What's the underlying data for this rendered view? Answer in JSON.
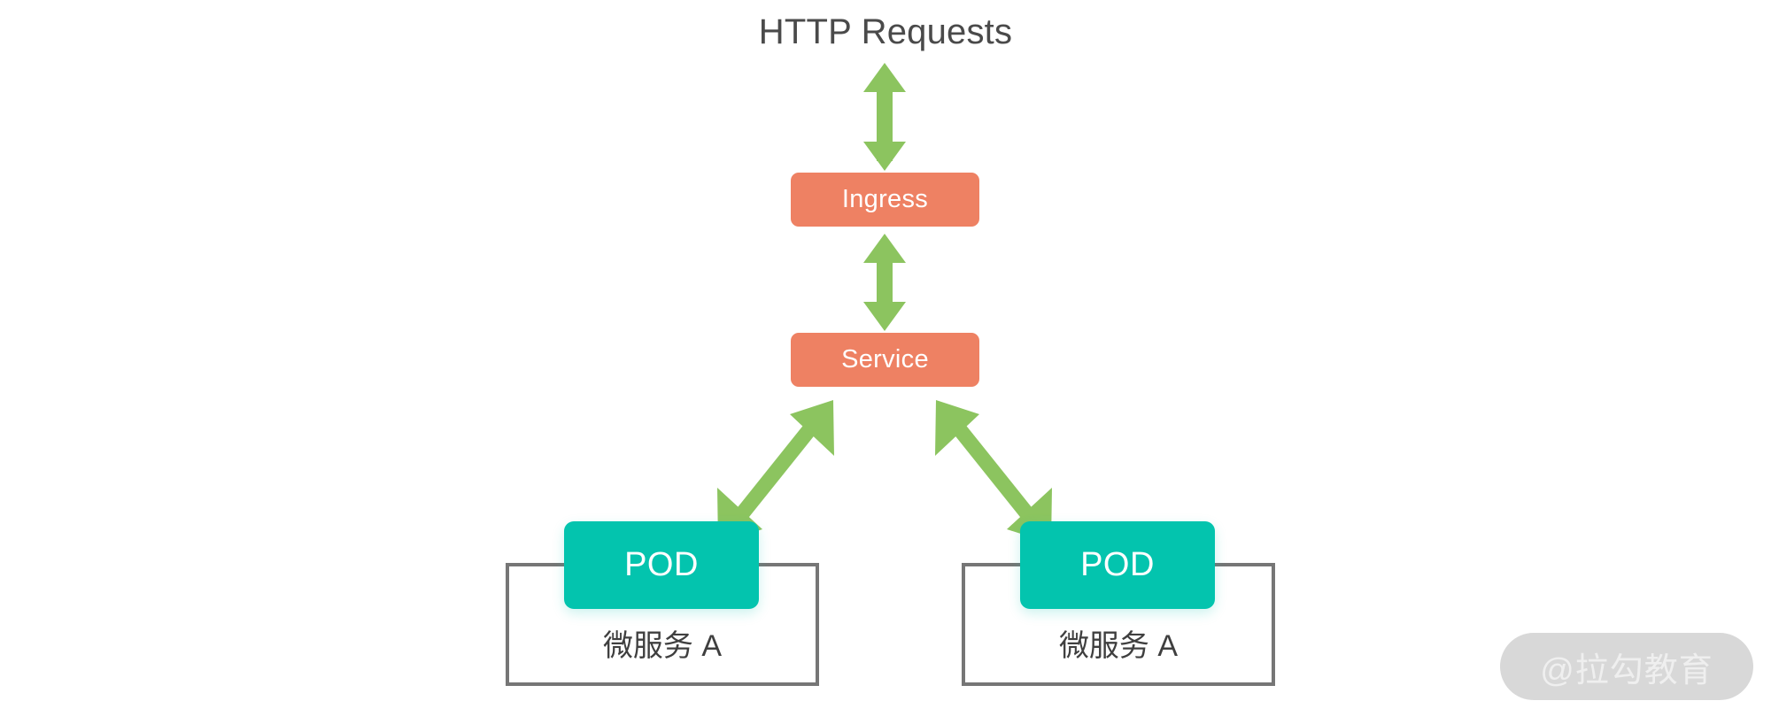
{
  "diagram": {
    "title": "HTTP Requests",
    "type": "kubernetes-traffic-flow",
    "background_color": "#ffffff"
  },
  "nodes": {
    "ingress": {
      "label": "Ingress",
      "color": "#ee8163",
      "text_color": "#ffffff"
    },
    "service": {
      "label": "Service",
      "color": "#ee8163",
      "text_color": "#ffffff"
    },
    "pod_left": {
      "label": "POD",
      "color": "#03c4ae",
      "text_color": "#ffffff"
    },
    "pod_right": {
      "label": "POD",
      "color": "#03c4ae",
      "text_color": "#ffffff"
    },
    "microservice_left": {
      "label": "微服务 A",
      "border_color": "#767676",
      "text_color": "#3f3f3f"
    },
    "microservice_right": {
      "label": "微服务 A",
      "border_color": "#767676",
      "text_color": "#3f3f3f"
    }
  },
  "connectors": {
    "color": "#8cc45f",
    "items": [
      {
        "name": "http-to-ingress",
        "from": "HTTP Requests",
        "to": "Ingress",
        "direction": "bidirectional",
        "orientation": "vertical"
      },
      {
        "name": "ingress-to-service",
        "from": "Ingress",
        "to": "Service",
        "direction": "bidirectional",
        "orientation": "vertical"
      },
      {
        "name": "service-to-pod-left",
        "from": "Service",
        "to": "POD",
        "direction": "bidirectional",
        "orientation": "diagonal-left"
      },
      {
        "name": "service-to-pod-right",
        "from": "Service",
        "to": "POD",
        "direction": "bidirectional",
        "orientation": "diagonal-right"
      }
    ]
  },
  "watermark": {
    "text": "@拉勾教育",
    "pill_color": "#d8d8d8",
    "text_color": "#efefef"
  }
}
